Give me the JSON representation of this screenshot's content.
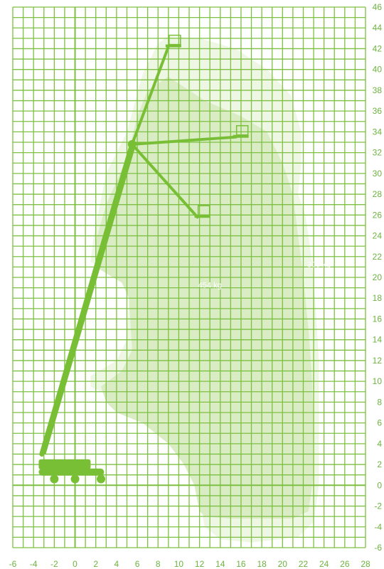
{
  "chart_data": {
    "type": "area",
    "title": "",
    "xlabel": "",
    "ylabel": "",
    "xlim": [
      -6,
      28
    ],
    "ylim": [
      -6,
      46
    ],
    "grid": true,
    "x_ticks": [
      -6,
      -4,
      -2,
      0,
      2,
      4,
      6,
      8,
      10,
      12,
      14,
      16,
      18,
      20,
      22,
      24,
      26,
      28
    ],
    "y_ticks": [
      46,
      44,
      42,
      40,
      38,
      36,
      34,
      32,
      30,
      28,
      26,
      24,
      22,
      20,
      18,
      16,
      14,
      12,
      10,
      8,
      6,
      4,
      2,
      0,
      -2,
      -4,
      -6
    ],
    "series": [
      {
        "name": "300 kg",
        "label_at": [
          23.5,
          21
        ],
        "values": [
          [
            9,
            43.2
          ],
          [
            12,
            43
          ],
          [
            15.5,
            42
          ],
          [
            18.5,
            40
          ],
          [
            20.8,
            37.5
          ],
          [
            21.8,
            34
          ],
          [
            21.8,
            31
          ],
          [
            21.5,
            28
          ],
          [
            22.2,
            26
          ],
          [
            22.8,
            22
          ],
          [
            23.2,
            17
          ],
          [
            23.5,
            12
          ],
          [
            23.5,
            6
          ],
          [
            23.5,
            0
          ],
          [
            23,
            -3.5
          ],
          [
            21.5,
            -5
          ],
          [
            17,
            -5.5
          ],
          [
            14,
            -5.2
          ],
          [
            12.5,
            -4
          ],
          [
            12,
            -1.5
          ],
          [
            11.5,
            0
          ],
          [
            10.5,
            2.5
          ],
          [
            8.5,
            5
          ],
          [
            6,
            7
          ],
          [
            3.5,
            8.5
          ],
          [
            1.5,
            9.5
          ],
          [
            1.5,
            10.5
          ],
          [
            4,
            12
          ],
          [
            5,
            14
          ],
          [
            5.2,
            18
          ],
          [
            4.8,
            20
          ],
          [
            2.5,
            21
          ],
          [
            1.5,
            21.5
          ],
          [
            1.8,
            24
          ],
          [
            3,
            30
          ],
          [
            5,
            34
          ],
          [
            6.5,
            39.5
          ],
          [
            8,
            42.5
          ]
        ]
      },
      {
        "name": "454 kg",
        "label_at": [
          13,
          19
        ],
        "values": [
          [
            7,
            38
          ],
          [
            9,
            39.3
          ],
          [
            12.5,
            37
          ],
          [
            16,
            35.5
          ],
          [
            18.5,
            34
          ],
          [
            20,
            31
          ],
          [
            21,
            28
          ],
          [
            21.5,
            24
          ],
          [
            22,
            20
          ],
          [
            22.5,
            15
          ],
          [
            22.8,
            11
          ],
          [
            23,
            6
          ],
          [
            23,
            1
          ],
          [
            22.5,
            -2.5
          ],
          [
            21,
            -3.2
          ],
          [
            15,
            -3.2
          ],
          [
            12.5,
            -3
          ],
          [
            12,
            -2.5
          ],
          [
            11.5,
            0
          ],
          [
            10.5,
            2
          ],
          [
            9,
            4
          ],
          [
            6.5,
            6
          ],
          [
            4,
            7
          ],
          [
            3,
            8
          ],
          [
            2.5,
            9.5
          ],
          [
            4.5,
            11
          ],
          [
            5.5,
            13
          ],
          [
            5.2,
            18
          ],
          [
            4.5,
            19.5
          ],
          [
            2,
            21
          ],
          [
            2,
            23.5
          ],
          [
            3,
            27
          ],
          [
            5,
            31.5
          ],
          [
            6,
            35.5
          ]
        ]
      }
    ],
    "machine": {
      "base": [
        [
          -3.5,
          2.5
        ],
        [
          1.5,
          1.8
        ],
        [
          -3.5,
          1.2
        ],
        [
          2.8,
          0.7
        ]
      ],
      "boom_lower": [
        [
          -3.2,
          3
        ],
        [
          5.5,
          32.8
        ]
      ],
      "platform_positions": [
        [
          9,
          42.2
        ],
        [
          15.5,
          33.5
        ],
        [
          11.8,
          25.8
        ]
      ]
    },
    "colors": {
      "grid": "#7dc042",
      "axis": "#6db33f",
      "zone_outer": "#eef6e4",
      "zone_inner": "#d9ecc4",
      "machine": "#78bf36",
      "zone_label": "#ffffff"
    }
  }
}
